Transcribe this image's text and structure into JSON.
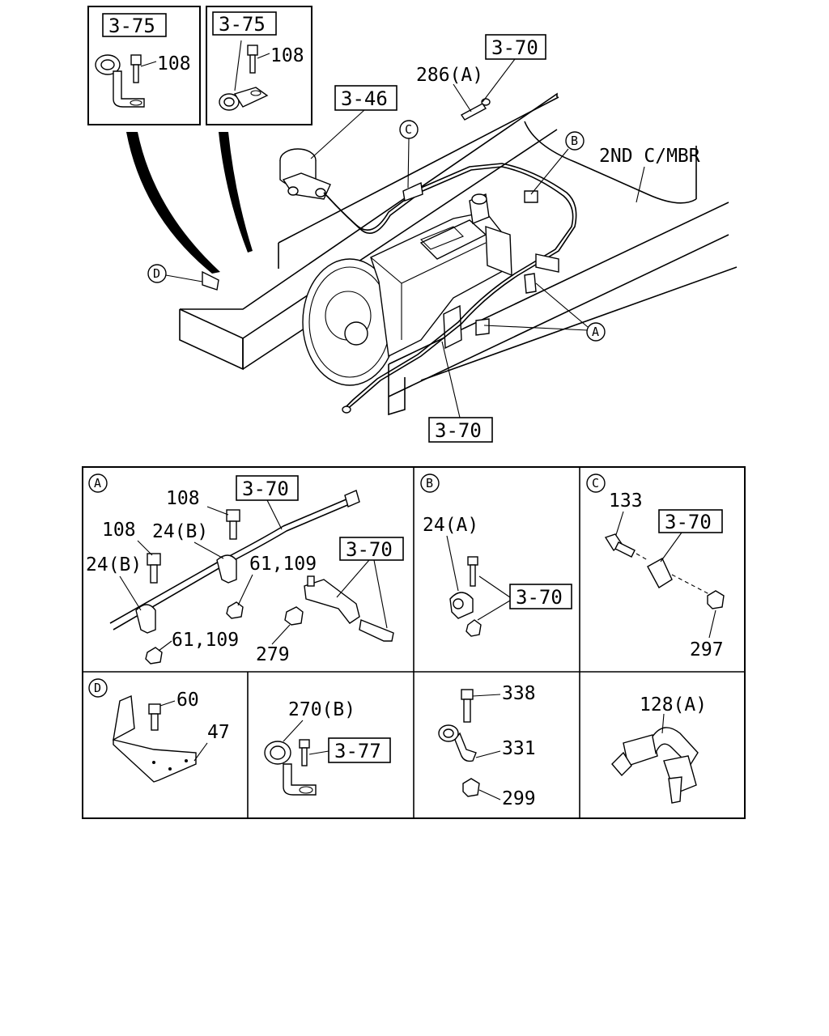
{
  "insets": {
    "left": {
      "ref": "3-75",
      "part": "108"
    },
    "right": {
      "ref": "3-75",
      "part": "108"
    }
  },
  "main": {
    "ref_286": "286(A)",
    "ref_3_70_top": "3-70",
    "ref_3_46": "3-46",
    "member_label": "2ND C/MBR",
    "circle_b": "B",
    "circle_c": "C",
    "circle_d": "D",
    "circle_a": "A",
    "ref_3_70_bottom": "3-70"
  },
  "detail_a": {
    "letter": "A",
    "ref_cable": "3-70",
    "ref_bracket": "3-70",
    "parts": [
      "108",
      "108",
      "24(B)",
      "24(B)",
      "61,109",
      "61,109",
      "279"
    ]
  },
  "detail_b": {
    "letter": "B",
    "part": "24(A)",
    "ref": "3-70"
  },
  "detail_c": {
    "letter": "C",
    "part_bolt": "133",
    "ref": "3-70",
    "part_nut": "297"
  },
  "detail_d": {
    "letter": "D",
    "part_bolt": "60",
    "part_bracket": "47"
  },
  "detail_270": {
    "part": "270(B)",
    "ref": "3-77"
  },
  "detail_338": {
    "parts": [
      "338",
      "331",
      "299"
    ]
  },
  "detail_128": {
    "part": "128(A)"
  }
}
